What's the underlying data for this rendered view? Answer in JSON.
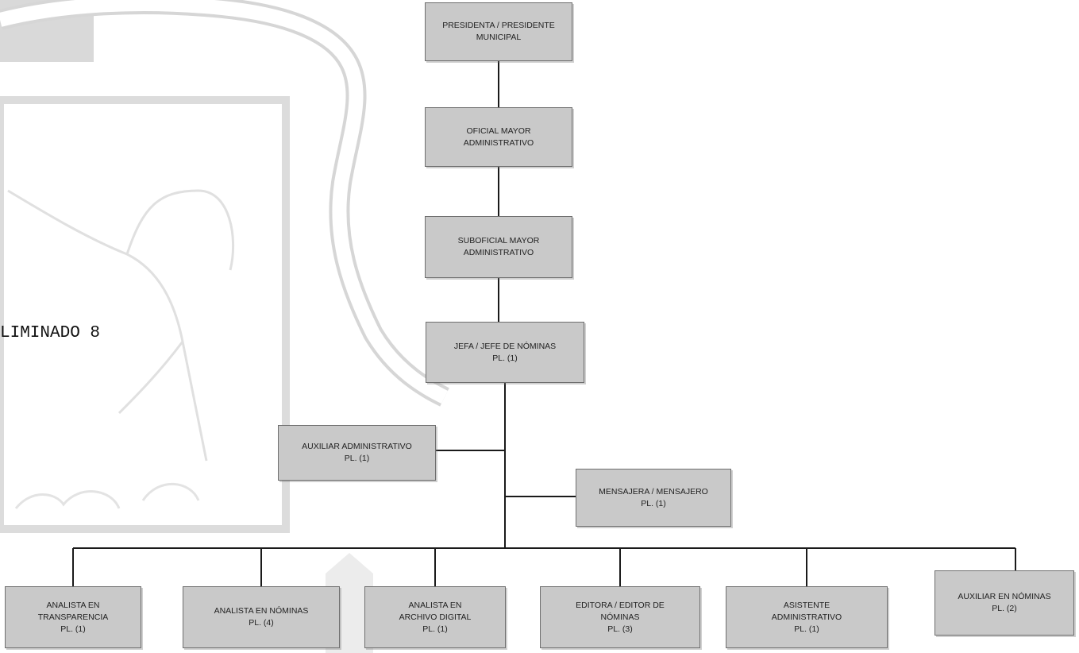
{
  "stamp": "LIMINADO 8",
  "nodes": {
    "presidente": {
      "line1": "PRESIDENTA / PRESIDENTE",
      "line2": "MUNICIPAL"
    },
    "oficial": {
      "line1": "OFICIAL MAYOR",
      "line2": "ADMINISTRATIVO"
    },
    "suboficial": {
      "line1": "SUBOFICIAL MAYOR",
      "line2": "ADMINISTRATIVO"
    },
    "jefe": {
      "line1": "JEFA / JEFE DE NÓMINAS",
      "line2": "PL. (1)"
    },
    "auxiliar_admin": {
      "line1": "AUXILIAR ADMINISTRATIVO",
      "line2": "PL. (1)"
    },
    "mensajero": {
      "line1": "MENSAJERA / MENSAJERO",
      "line2": "PL. (1)"
    },
    "analista_transparencia": {
      "line1": "ANALISTA EN",
      "line2": "TRANSPARENCIA",
      "line3": "PL. (1)"
    },
    "analista_nominas": {
      "line1": "ANALISTA EN NÓMINAS",
      "line2": "PL. (4)"
    },
    "analista_archivo": {
      "line1": "ANALISTA EN",
      "line2": "ARCHIVO DIGITAL",
      "line3": "PL. (1)"
    },
    "editor": {
      "line1": "EDITORA / EDITOR DE",
      "line2": "NÓMINAS",
      "line3": "PL. (3)"
    },
    "asistente": {
      "line1": "ASISTENTE",
      "line2": "ADMINISTRATIVO",
      "line3": "PL. (1)"
    },
    "auxiliar_nominas": {
      "line1": "AUXILIAR EN NÓMINAS",
      "line2": "PL. (2)"
    }
  }
}
